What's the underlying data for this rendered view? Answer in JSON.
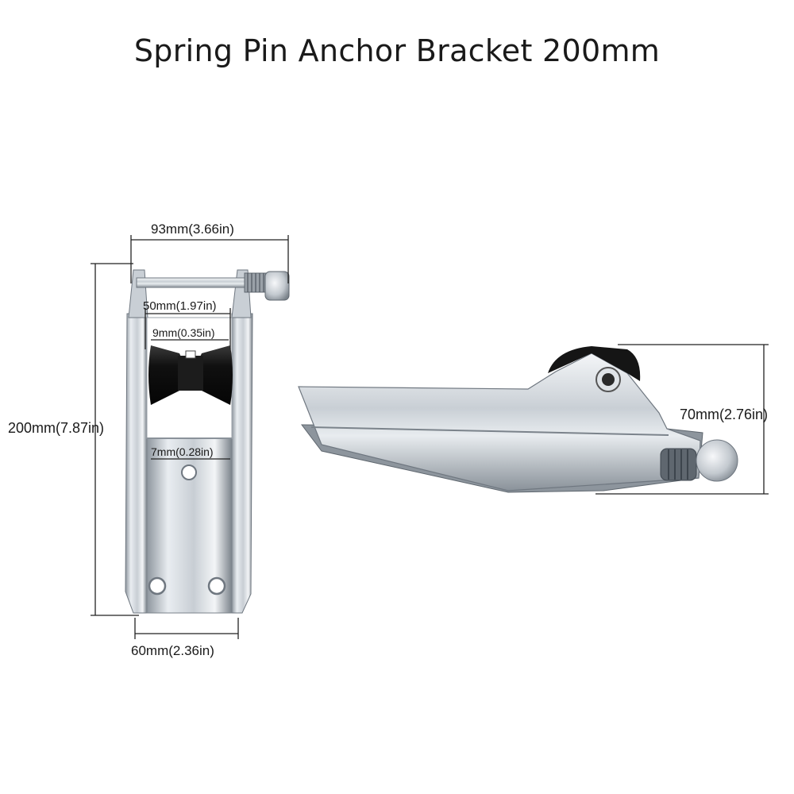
{
  "title": "Spring Pin Anchor Bracket 200mm",
  "dimensions": {
    "top_width": "93mm(3.66in)",
    "inner_width": "50mm(1.97in)",
    "roller_gap": "9mm(0.35in)",
    "hole_size": "7mm(0.28in)",
    "length": "200mm(7.87in)",
    "base_width": "60mm(2.36in)",
    "height": "70mm(2.76in)"
  },
  "colors": {
    "steel_light": "#e6eaee",
    "steel_mid": "#b9c0c7",
    "steel_dark": "#6f7780",
    "roller": "#151515",
    "dimension_line": "#222222"
  }
}
